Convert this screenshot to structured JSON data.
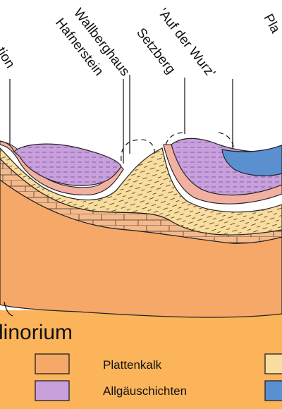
{
  "title_fragment": "linorium",
  "peaks": [
    {
      "label": "tion"
    },
    {
      "label": "Hafnerstein"
    },
    {
      "label": "Wallberghaus"
    },
    {
      "label": "Setzberg"
    },
    {
      "label": "'Auf der Wurz'"
    },
    {
      "label": "Pla"
    }
  ],
  "legend": [
    {
      "label": "Plattenkalk",
      "color": "#f5a868"
    },
    {
      "label": "Allgäuschichten",
      "color": "#c8a0dc"
    },
    {
      "label": "",
      "color": "#f8dca0"
    },
    {
      "label": "",
      "color": "#5a8fd0"
    }
  ],
  "colors": {
    "legend_band": "#fbb45a",
    "plattenkalk": "#f5a868",
    "allgaeu": "#c8a0dc",
    "kossen": "#f8dca0",
    "blue_layer": "#5a8fd0",
    "brick_band": "#f6b98a",
    "outline": "#222222"
  }
}
